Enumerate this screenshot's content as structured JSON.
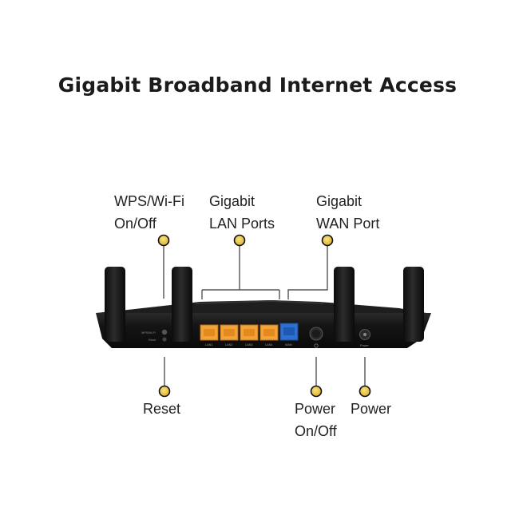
{
  "title": "Gigabit Broadband Internet Access",
  "callouts": {
    "wps": {
      "line1": "WPS/Wi-Fi",
      "line2": "On/Off"
    },
    "lan": {
      "line1": "Gigabit",
      "line2": "LAN Ports"
    },
    "wan": {
      "line1": "Gigabit",
      "line2": "WAN Port"
    },
    "reset": {
      "line1": "Reset"
    },
    "power_switch": {
      "line1": "Power",
      "line2": "On/Off"
    },
    "power": {
      "line1": "Power"
    }
  },
  "router": {
    "port_labels": [
      "LAN1",
      "LAN2",
      "LAN3",
      "LAN4",
      "WAN"
    ],
    "button_label_1": "WPS/Wi-Fi",
    "button_label_2": "Reset",
    "power_label": "Power"
  },
  "colors": {
    "lan_port": "#f2a23a",
    "wan_port": "#2f6fd0",
    "callout_dot": "#e8c84a",
    "router_body": "#141414"
  }
}
